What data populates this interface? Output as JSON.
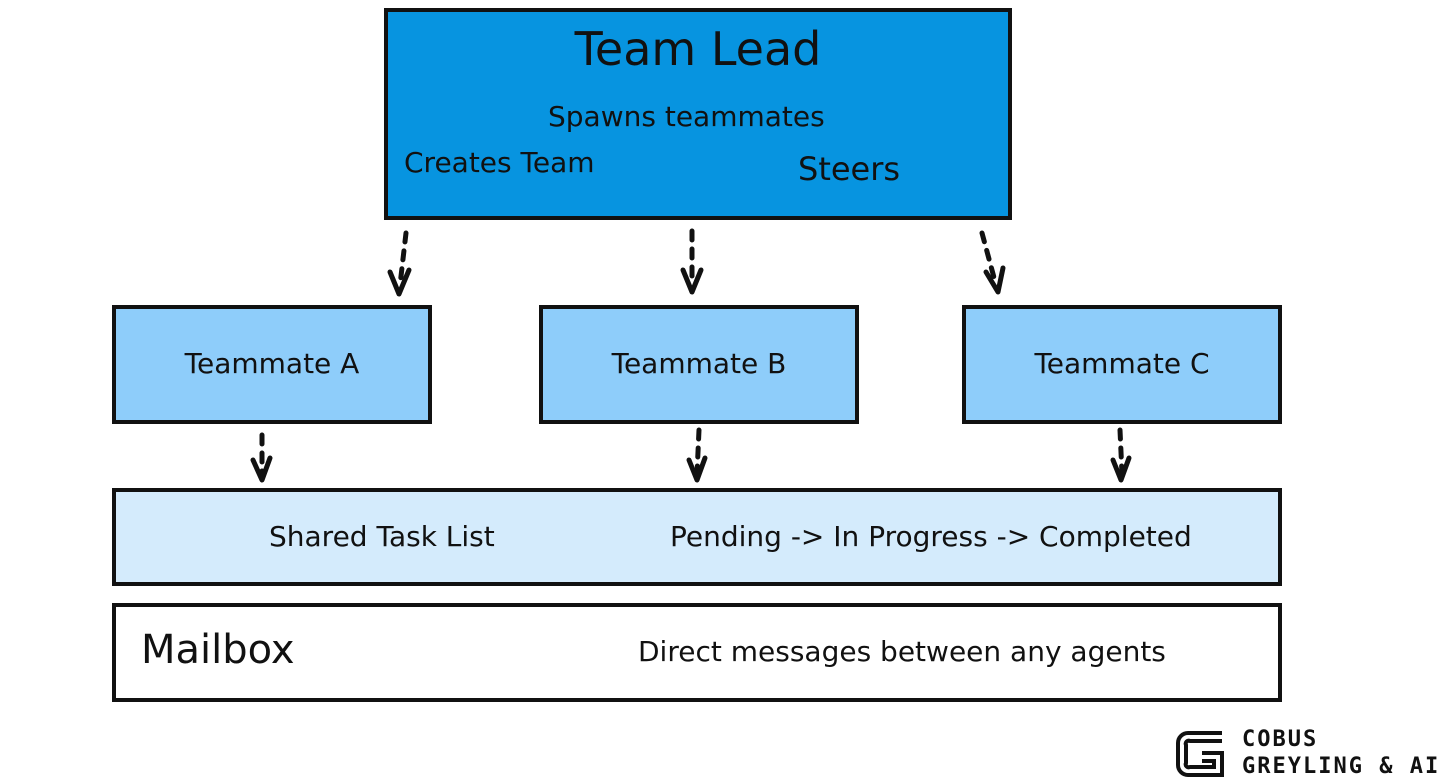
{
  "team_lead": {
    "title": "Team Lead",
    "spawns": "Spawns teammates",
    "creates": "Creates Team",
    "steers": "Steers"
  },
  "teammates": [
    {
      "label": "Teammate A"
    },
    {
      "label": "Teammate B"
    },
    {
      "label": "Teammate C"
    }
  ],
  "task_list": {
    "label": "Shared Task List",
    "flow": "Pending -> In Progress -> Completed"
  },
  "mailbox": {
    "label": "Mailbox",
    "description": "Direct messages between any agents"
  },
  "brand": {
    "text": "COBUS GREYLING & AI"
  },
  "colors": {
    "team_lead_fill": "#0794e0",
    "teammate_fill": "#8ecdfa",
    "task_list_fill": "#d4ebfc",
    "mailbox_fill": "#ffffff",
    "outline": "#111111"
  }
}
